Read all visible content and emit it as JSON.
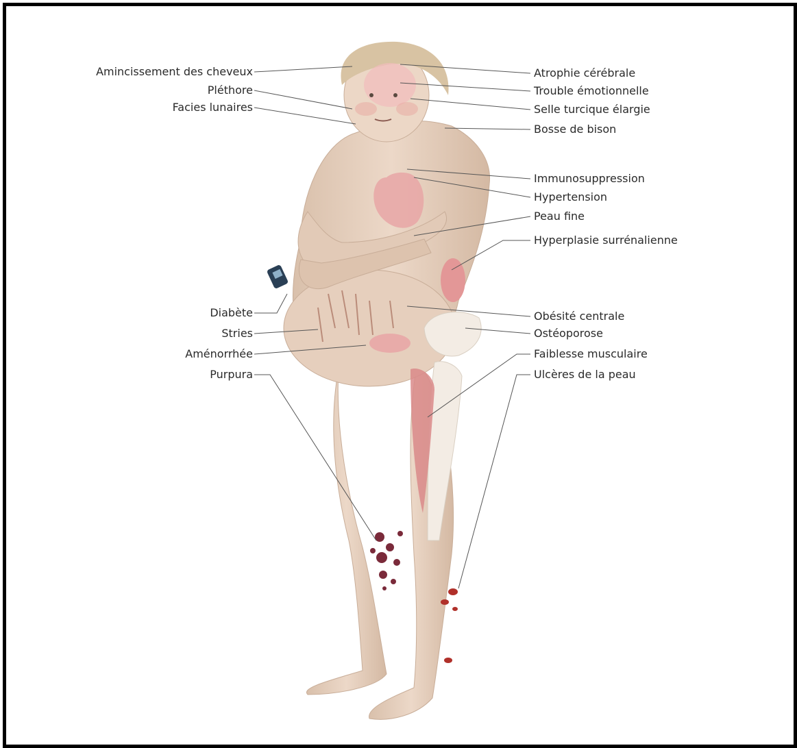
{
  "labels_left": [
    "Amincissement des cheveux",
    "Pléthore",
    "Facies lunaires",
    "Diabète",
    "Stries",
    "Aménorrhée",
    "Purpura"
  ],
  "labels_right": [
    "Atrophie cérébrale",
    "Trouble émotionnelle",
    "Selle turcique élargie",
    "Bosse de bison",
    "Immunosuppression",
    "Hypertension",
    "Peau fine",
    "Hyperplasie surrénalienne",
    "Obésité centrale",
    "Ostéoporose",
    "Faiblesse musculaire",
    "Ulcères de la peau"
  ],
  "colors": {
    "border": "#000000",
    "skin": "#e8d2c0",
    "skin_shadow": "#cdb29c",
    "hair": "#d8c3a3",
    "organ": "#e8a6a6",
    "muscle": "#d98a8a",
    "bone": "#f3ece4",
    "purpura": "#7a2a3a",
    "ulcer": "#b0302a",
    "leader_line": "#555555",
    "text": "#2a2a2a"
  }
}
